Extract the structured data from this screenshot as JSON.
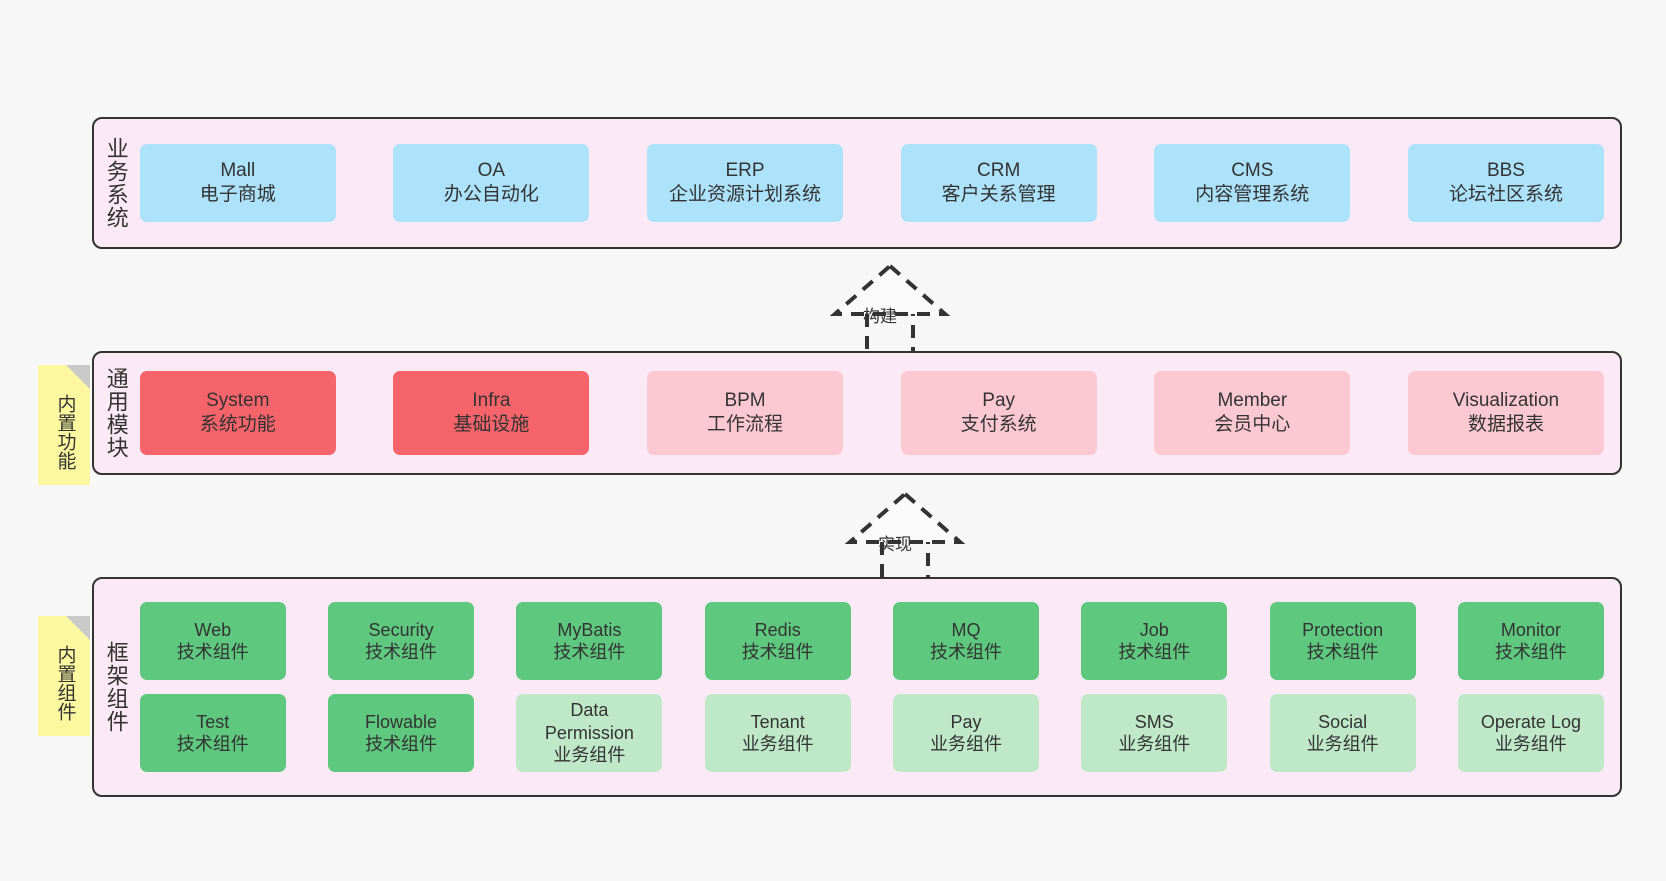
{
  "diagram": {
    "background_color": "#f7f7f7",
    "layer_fill": "#fbeaf5",
    "layer_border": "#333333",
    "note_color": "#fbf8a0",
    "note_fold_color": "#c9c9c9"
  },
  "layers": [
    {
      "id": "business",
      "title": "业务系统",
      "cards": [
        {
          "en": "Mall",
          "cn": "电子商城",
          "color": "#ade2fb"
        },
        {
          "en": "OA",
          "cn": "办公自动化",
          "color": "#ade2fb"
        },
        {
          "en": "ERP",
          "cn": "企业资源计划系统",
          "color": "#ade2fb"
        },
        {
          "en": "CRM",
          "cn": "客户关系管理",
          "color": "#ade2fb"
        },
        {
          "en": "CMS",
          "cn": "内容管理系统",
          "color": "#ade2fb"
        },
        {
          "en": "BBS",
          "cn": "论坛社区系统",
          "color": "#ade2fb"
        }
      ]
    },
    {
      "id": "common-module",
      "title": "通用模块",
      "note": "内置功能",
      "cards": [
        {
          "en": "System",
          "cn": "系统功能",
          "color": "#f4646a"
        },
        {
          "en": "Infra",
          "cn": "基础设施",
          "color": "#f4646a"
        },
        {
          "en": "BPM",
          "cn": "工作流程",
          "color": "#fcc9d3"
        },
        {
          "en": "Pay",
          "cn": "支付系统",
          "color": "#fcc9d3"
        },
        {
          "en": "Member",
          "cn": "会员中心",
          "color": "#fcc9d3"
        },
        {
          "en": "Visualization",
          "cn": "数据报表",
          "color": "#fcc9d3"
        }
      ]
    },
    {
      "id": "framework",
      "title": "框架组件",
      "note": "内置组件",
      "rows": [
        [
          {
            "en": "Web",
            "cn": "技术组件",
            "color": "#5fc87f"
          },
          {
            "en": "Security",
            "cn": "技术组件",
            "color": "#5fc87f"
          },
          {
            "en": "MyBatis",
            "cn": "技术组件",
            "color": "#5fc87f"
          },
          {
            "en": "Redis",
            "cn": "技术组件",
            "color": "#5fc87f"
          },
          {
            "en": "MQ",
            "cn": "技术组件",
            "color": "#5fc87f"
          },
          {
            "en": "Job",
            "cn": "技术组件",
            "color": "#5fc87f"
          },
          {
            "en": "Protection",
            "cn": "技术组件",
            "color": "#5fc87f"
          },
          {
            "en": "Monitor",
            "cn": "技术组件",
            "color": "#5fc87f"
          }
        ],
        [
          {
            "en": "Test",
            "cn": "技术组件",
            "color": "#5fc87f"
          },
          {
            "en": "Flowable",
            "cn": "技术组件",
            "color": "#5fc87f"
          },
          {
            "en": "Data Permission",
            "cn": "业务组件",
            "color": "#bfe8c9"
          },
          {
            "en": "Tenant",
            "cn": "业务组件",
            "color": "#bfe8c9"
          },
          {
            "en": "Pay",
            "cn": "业务组件",
            "color": "#bfe8c9"
          },
          {
            "en": "SMS",
            "cn": "业务组件",
            "color": "#bfe8c9"
          },
          {
            "en": "Social",
            "cn": "业务组件",
            "color": "#bfe8c9"
          },
          {
            "en": "Operate Log",
            "cn": "业务组件",
            "color": "#bfe8c9"
          }
        ]
      ]
    }
  ],
  "connectors": [
    {
      "id": "build",
      "label": "构建",
      "direction": "up",
      "style": "dashed-generalization"
    },
    {
      "id": "implement",
      "label": "实现",
      "direction": "up",
      "style": "dashed-generalization"
    }
  ]
}
